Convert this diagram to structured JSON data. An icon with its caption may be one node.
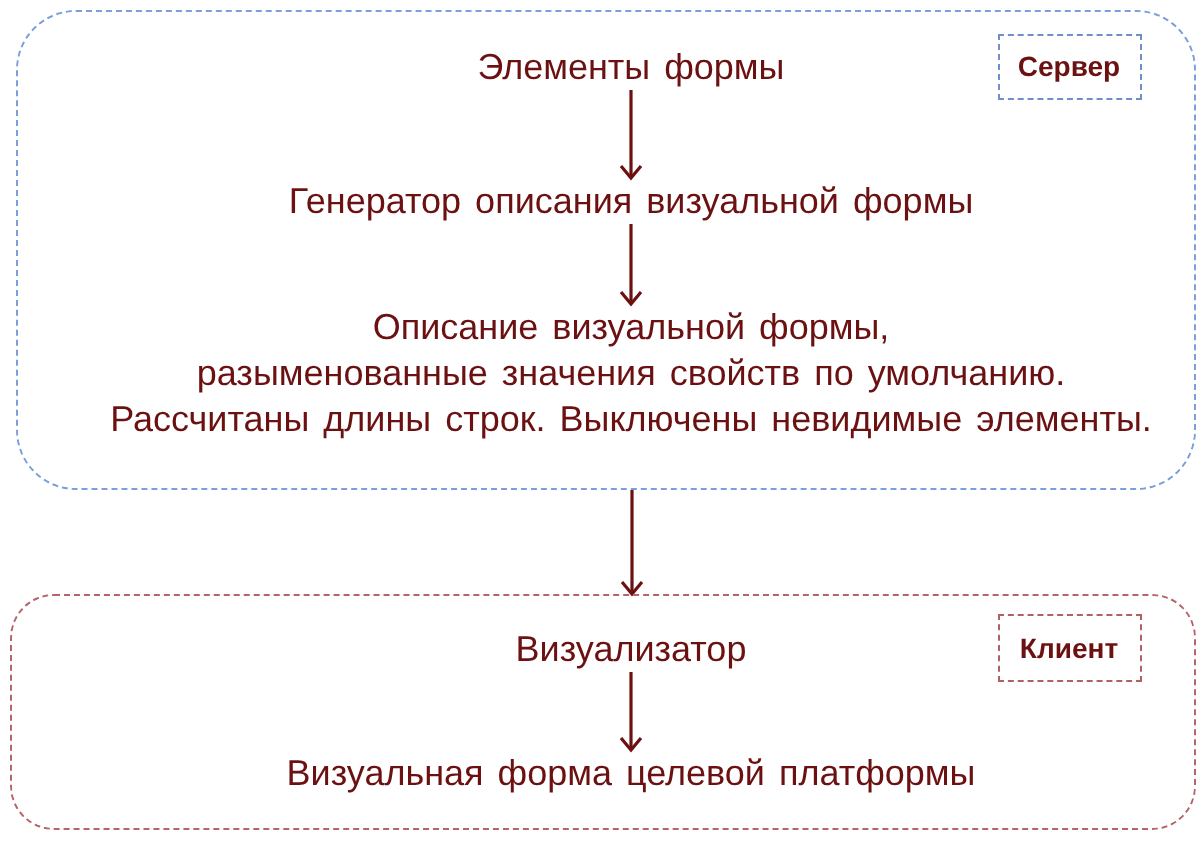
{
  "diagram": {
    "nodes": [
      {
        "text": [],
        "shape": "box"
      },
      {
        "text": [
          "Сервер"
        ],
        "in": 0
      },
      {
        "text": [
          "Элементы формы"
        ],
        "in": 0
      },
      {
        "text": [
          "Генератор описания визуальной формы"
        ],
        "in": 0
      },
      {
        "text": [
          "Описание визуальной формы, разыменованные значения свойств по умолчанию. Рассчитаны длины строк. Выключены невидимые элементы."
        ],
        "in": 0
      },
      {
        "text": [],
        "shape": "box"
      },
      {
        "text": [
          "Клиент"
        ],
        "in": 5
      },
      {
        "text": [
          "Визуализатор"
        ],
        "in": 5
      },
      {
        "text": [
          "Визуальная форма целевой платформы"
        ],
        "in": 5
      }
    ],
    "edges": [
      {
        "from": 2,
        "to": 3,
        "arrow": "to"
      },
      {
        "from": 3,
        "to": 4,
        "arrow": "to"
      },
      {
        "from": 0,
        "to": 5,
        "arrow": "to"
      },
      {
        "from": 7,
        "to": 8,
        "arrow": "to"
      }
    ]
  }
}
